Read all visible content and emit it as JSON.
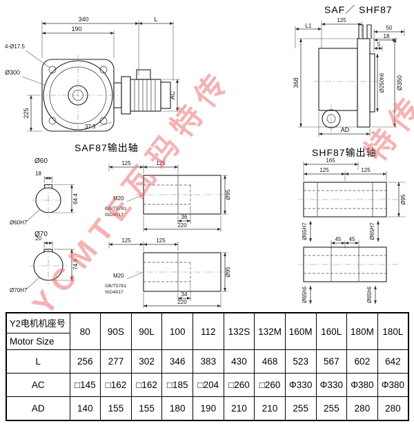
{
  "page_title": "SAF／ SHF87",
  "watermark": {
    "text": "YCMTE瓦玛特传",
    "text2": "特传"
  },
  "front_view": {
    "dim_340": "340",
    "dim_L": "L",
    "dim_190": "190",
    "holes_label": "4-Ø17.5",
    "dim_d300": "Ø300",
    "dim_225": "225",
    "dim_37_5": "37.5",
    "dim_AC": "AC"
  },
  "side_view": {
    "dim_L1": "L1",
    "dim_125": "125",
    "dim_50": "50",
    "dim_18": "18",
    "dim_5": "5",
    "dim_368": "368",
    "dim_d250": "Ø250h6",
    "dim_d350": "Ø350",
    "dim_AD": "AD"
  },
  "saf_shaft": {
    "title": "SAF87输出轴",
    "c1": {
      "d": "Ø60",
      "key_w": "18",
      "depth": "64.4",
      "bore": "Ø60H7"
    },
    "c2": {
      "d": "Ø70",
      "key_w": "20",
      "depth": "74.9",
      "bore": "Ø70H7"
    },
    "v1": {
      "dim_125a": "125",
      "dim_125b": "125",
      "thread": "M20",
      "std1": "GB/T5781",
      "std2": "ISO4017",
      "dim_inner": "36",
      "dim_len": "220",
      "dim_d95": "Ø95"
    },
    "v2": {
      "dim_125a": "125",
      "dim_125b": "125",
      "thread": "M20",
      "std1": "GB/T5781",
      "std2": "ISO4017",
      "dim_inner": "34",
      "dim_len": "220",
      "dim_d95": "Ø95"
    }
  },
  "shf_shaft": {
    "title": "SHF87输出轴",
    "dim_165": "165",
    "dim_125a": "125",
    "dim_125b": "125",
    "bore_left": "Ø65H7",
    "bore_right": "Ø65H7",
    "dim_d95": "Ø95",
    "dim_45a": "45",
    "dim_45b": "45",
    "shaft_left": "Ø65h6",
    "shaft_right": "Ø65h6"
  },
  "table": {
    "header_cn": "Y2电机机座号",
    "header_en": "Motor Size",
    "columns": [
      "80",
      "90S",
      "90L",
      "100",
      "112",
      "132S",
      "132M",
      "160M",
      "160L",
      "180M",
      "180L"
    ],
    "rows": [
      {
        "label": "L",
        "values": [
          "256",
          "277",
          "302",
          "346",
          "383",
          "430",
          "468",
          "523",
          "567",
          "602",
          "642"
        ]
      },
      {
        "label": "AC",
        "values": [
          "□145",
          "□162",
          "□162",
          "□185",
          "□204",
          "□260",
          "□260",
          "Φ330",
          "Φ330",
          "Φ380",
          "Φ380"
        ]
      },
      {
        "label": "AD",
        "values": [
          "140",
          "155",
          "155",
          "180",
          "190",
          "210",
          "210",
          "255",
          "255",
          "280",
          "280"
        ]
      }
    ]
  }
}
